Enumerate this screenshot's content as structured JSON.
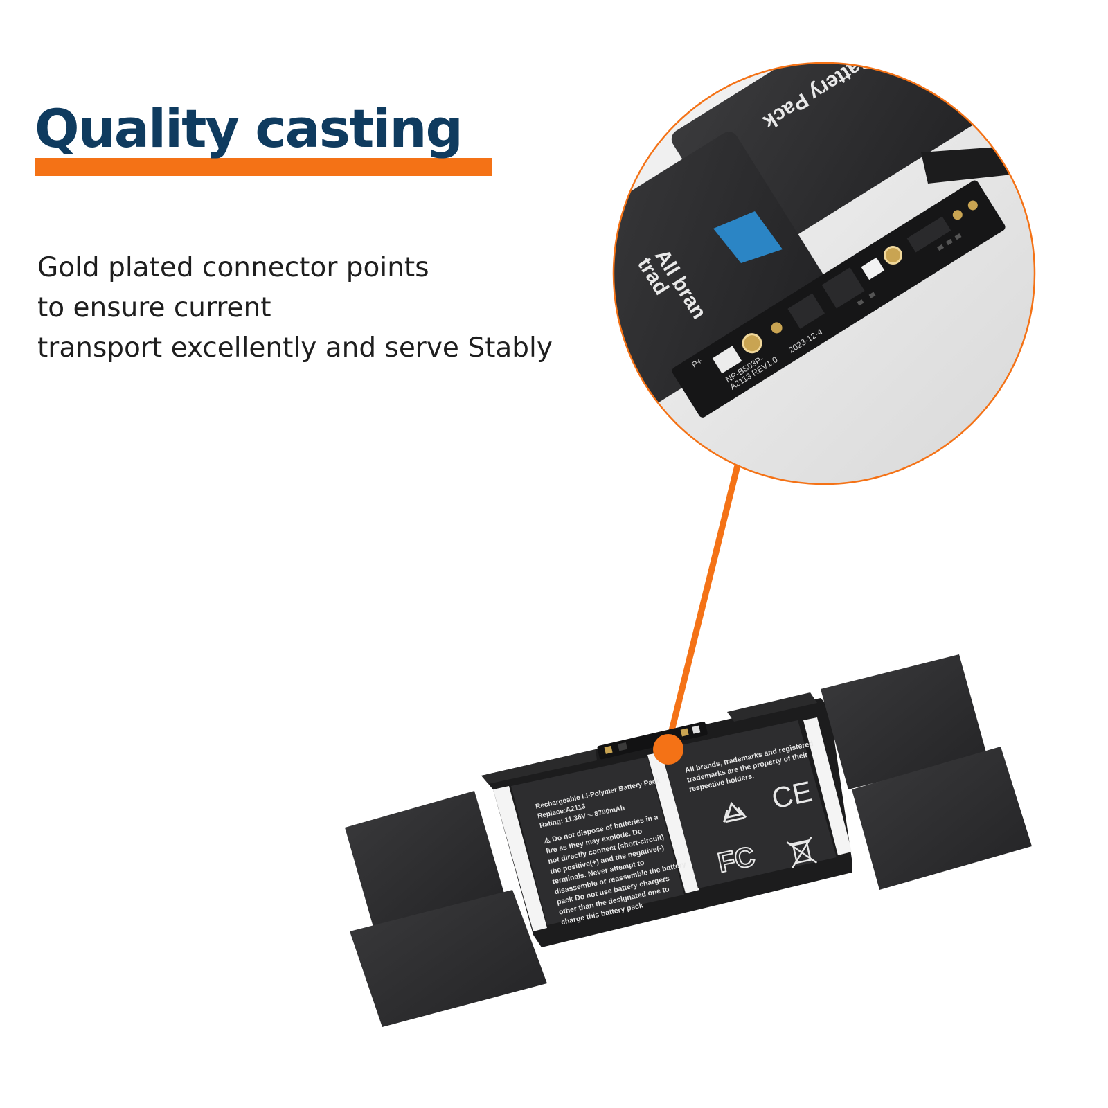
{
  "headline": {
    "title": "Quality casting"
  },
  "description": {
    "lines": [
      "Gold plated connector points",
      "to ensure current",
      "transport excellently and serve Stably"
    ]
  },
  "zoom_view": {
    "cell_label": "Battery Pack",
    "cell_label_partial": "All bran",
    "cell_label_partial_2": "trad",
    "board_marks": [
      "NP-BS03",
      "A2113 REV1.0",
      "2023-12-4",
      "P+",
      "P-"
    ]
  },
  "battery": {
    "left_label": {
      "title": "Rechargeable Li-Polymer Battery Pack",
      "replace": "Replace:A2113",
      "rating": "Rating: 11.36V ═ 8790mAh",
      "warning": [
        "⚠ Do not dispose of batteries in a",
        "fire as they  may  explode.  Do",
        "not  directly  connect  (short-circuit)",
        "the  positive(+)  and  the  negative(-)",
        "terminals.  Never  attempt  to",
        "disassemble or reassemble the battery",
        "pack  Do not  use  battery  chargers",
        "other  than  the  designated one to",
        "charge this battery pack"
      ]
    },
    "right_label": {
      "lines": [
        "All brands, trademarks and registered",
        "trademarks are the property of their",
        "respective holders."
      ],
      "ce_mark": "CE",
      "fc_mark": "FC"
    }
  },
  "colors": {
    "accent": "#f47216",
    "headline": "#0f3b5f",
    "body_text": "#1e1e1e",
    "cell": "#2b2b2d",
    "frame": "#1c1c1d"
  },
  "icons": [
    "recycle-icon",
    "ce-mark-icon",
    "fc-mark-icon",
    "crossed-bin-icon"
  ]
}
